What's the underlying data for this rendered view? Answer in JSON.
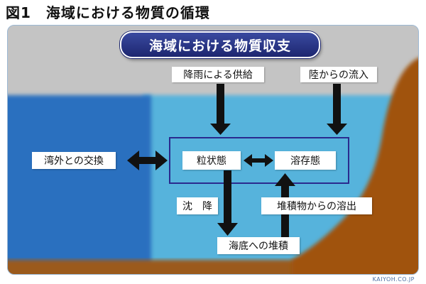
{
  "figure_title": "図1　海域における物質の循環",
  "diagram_title": "海域における物質収支",
  "nodes": {
    "rain_input": "降雨による供給",
    "land_inflow": "陸からの流入",
    "bay_exchange": "湾外との交換",
    "particulate": "粒状態",
    "dissolved": "溶存態",
    "sedimentation": "沈　降",
    "dissolution": "堆積物からの溶出",
    "seabed_deposit": "海底への堆積"
  },
  "footer": "KAIYOH.CO.JP",
  "colors": {
    "sky": "#c4c4c4",
    "outer_sea": "#2a70bf",
    "inner_sea": "#56b3dc",
    "land": "#a0520f",
    "title_bg": "#1d2670",
    "box_border": "#2a2a8e"
  }
}
